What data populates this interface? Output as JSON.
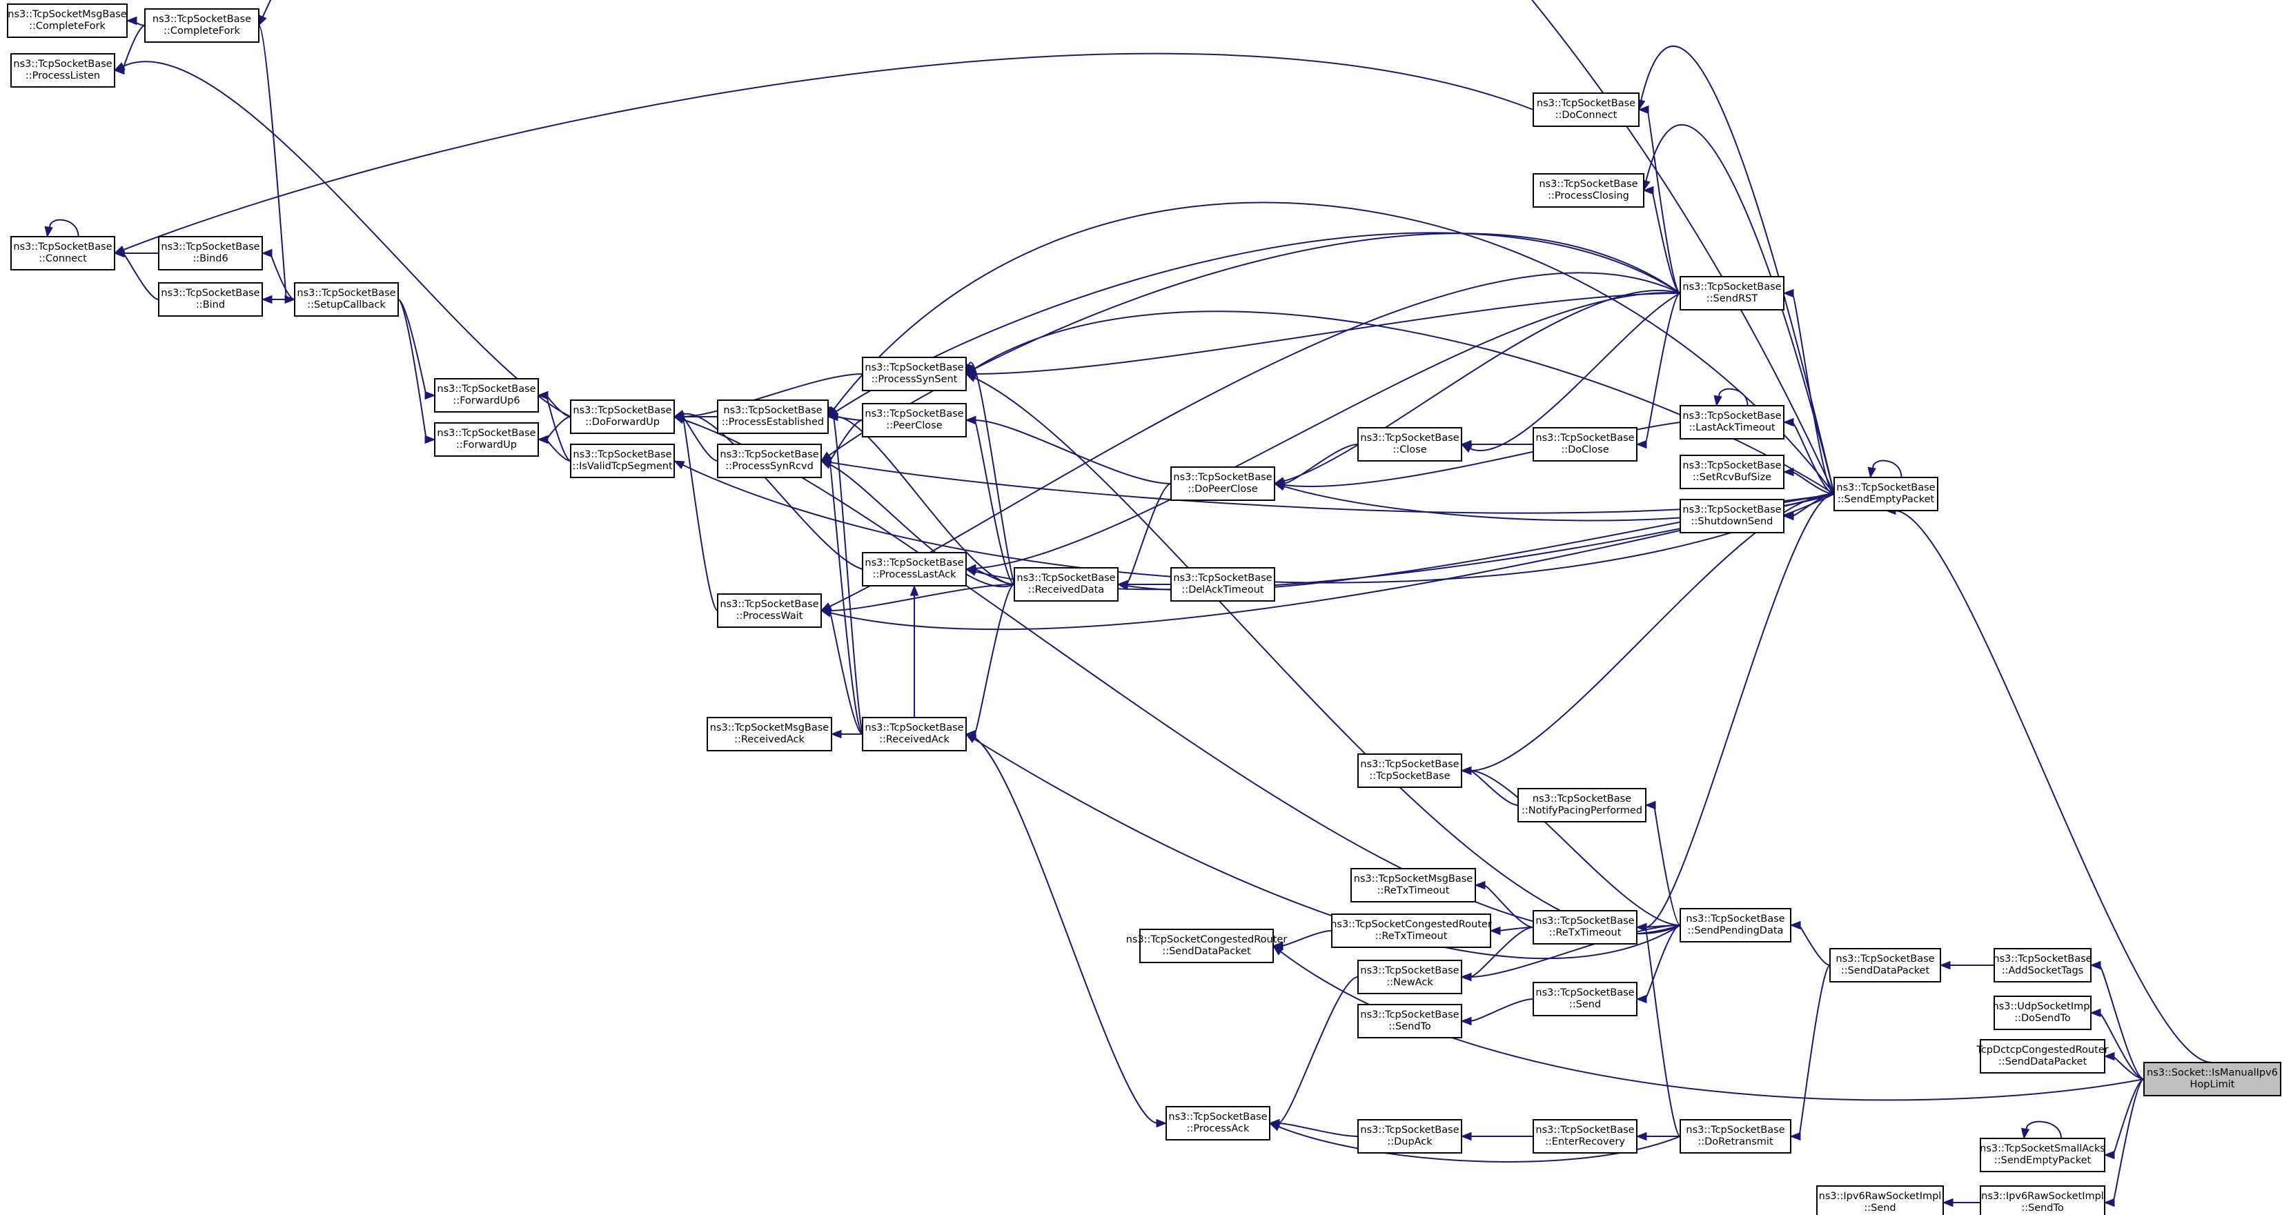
{
  "graph_title": "",
  "colors": {
    "edge": "#191970",
    "node_border": "#000000",
    "root_fill": "#bfbfbf",
    "node_fill": "#ffffff"
  },
  "nodes": [
    {
      "id": "root",
      "lines": [
        "ns3::Socket::IsManualIpv6",
        "HopLimit"
      ]
    },
    {
      "id": "addtags",
      "lines": [
        "ns3::TcpSocketBase",
        "::AddSocketTags"
      ]
    },
    {
      "id": "udpsend",
      "lines": [
        "ns3::UdpSocketImpl",
        "::DoSendTo"
      ]
    },
    {
      "id": "dctcp",
      "lines": [
        "TcpDctcpCongestedRouter",
        "::SendDataPacket"
      ]
    },
    {
      "id": "smallacks",
      "lines": [
        "ns3::TcpSocketSmallAcks",
        "::SendEmptyPacket"
      ]
    },
    {
      "id": "ipv6sendto",
      "lines": [
        "ns3::Ipv6RawSocketImpl",
        "::SendTo"
      ]
    },
    {
      "id": "ipv6send",
      "lines": [
        "ns3::Ipv6RawSocketImpl",
        "::Send"
      ]
    },
    {
      "id": "sendempty",
      "lines": [
        "ns3::TcpSocketBase",
        "::SendEmptyPacket"
      ]
    },
    {
      "id": "senddata",
      "lines": [
        "ns3::TcpSocketBase",
        "::SendDataPacket"
      ]
    },
    {
      "id": "sendpending",
      "lines": [
        "ns3::TcpSocketBase",
        "::SendPendingData"
      ]
    },
    {
      "id": "doretrans",
      "lines": [
        "ns3::TcpSocketBase",
        "::DoRetransmit"
      ]
    },
    {
      "id": "congsend",
      "lines": [
        "ns3::TcpSocketCongestedRouter",
        "::SendDataPacket"
      ]
    },
    {
      "id": "completefork",
      "lines": [
        "ns3::TcpSocketBase",
        "::CompleteFork"
      ]
    },
    {
      "id": "msgcompletefork",
      "lines": [
        "ns3::TcpSocketMsgBase",
        "::CompleteFork"
      ]
    },
    {
      "id": "processlisten",
      "lines": [
        "ns3::TcpSocketBase",
        "::ProcessListen"
      ]
    },
    {
      "id": "doconnect",
      "lines": [
        "ns3::TcpSocketBase",
        "::DoConnect"
      ]
    },
    {
      "id": "connect",
      "lines": [
        "ns3::TcpSocketBase",
        "::Connect"
      ]
    },
    {
      "id": "processclosing",
      "lines": [
        "ns3::TcpSocketBase",
        "::ProcessClosing"
      ]
    },
    {
      "id": "bind6",
      "lines": [
        "ns3::TcpSocketBase",
        "::Bind6"
      ]
    },
    {
      "id": "bind",
      "lines": [
        "ns3::TcpSocketBase",
        "::Bind"
      ]
    },
    {
      "id": "setupcb",
      "lines": [
        "ns3::TcpSocketBase",
        "::SetupCallback"
      ]
    },
    {
      "id": "sendrst",
      "lines": [
        "ns3::TcpSocketBase",
        "::SendRST"
      ]
    },
    {
      "id": "processsynsent",
      "lines": [
        "ns3::TcpSocketBase",
        "::ProcessSynSent"
      ]
    },
    {
      "id": "forwardup6",
      "lines": [
        "ns3::TcpSocketBase",
        "::ForwardUp6"
      ]
    },
    {
      "id": "doforwardup",
      "lines": [
        "ns3::TcpSocketBase",
        "::DoForwardUp"
      ]
    },
    {
      "id": "processestab",
      "lines": [
        "ns3::TcpSocketBase",
        "::ProcessEstablished"
      ]
    },
    {
      "id": "peerclose",
      "lines": [
        "ns3::TcpSocketBase",
        "::PeerClose"
      ]
    },
    {
      "id": "forwardup",
      "lines": [
        "ns3::TcpSocketBase",
        "::ForwardUp"
      ]
    },
    {
      "id": "isvalid",
      "lines": [
        "ns3::TcpSocketBase",
        "::IsValidTcpSegment"
      ]
    },
    {
      "id": "processsynrcvd",
      "lines": [
        "ns3::TcpSocketBase",
        "::ProcessSynRcvd"
      ]
    },
    {
      "id": "close",
      "lines": [
        "ns3::TcpSocketBase",
        "::Close"
      ]
    },
    {
      "id": "doclose",
      "lines": [
        "ns3::TcpSocketBase",
        "::DoClose"
      ]
    },
    {
      "id": "lastacktimeout",
      "lines": [
        "ns3::TcpSocketBase",
        "::LastAckTimeout"
      ]
    },
    {
      "id": "setrcvbuf",
      "lines": [
        "ns3::TcpSocketBase",
        "::SetRcvBufSize"
      ]
    },
    {
      "id": "doppeerclose",
      "lines": [
        "ns3::TcpSocketBase",
        "::DoPeerClose"
      ]
    },
    {
      "id": "shutdownsend",
      "lines": [
        "ns3::TcpSocketBase",
        "::ShutdownSend"
      ]
    },
    {
      "id": "processlastack",
      "lines": [
        "ns3::TcpSocketBase",
        "::ProcessLastAck"
      ]
    },
    {
      "id": "receiveddata",
      "lines": [
        "ns3::TcpSocketBase",
        "::ReceivedData"
      ]
    },
    {
      "id": "delacktimeout",
      "lines": [
        "ns3::TcpSocketBase",
        "::DelAckTimeout"
      ]
    },
    {
      "id": "processwait",
      "lines": [
        "ns3::TcpSocketBase",
        "::ProcessWait"
      ]
    },
    {
      "id": "msgrecvack",
      "lines": [
        "ns3::TcpSocketMsgBase",
        "::ReceivedAck"
      ]
    },
    {
      "id": "receivedack",
      "lines": [
        "ns3::TcpSocketBase",
        "::ReceivedAck"
      ]
    },
    {
      "id": "tcpsocketbase",
      "lines": [
        "ns3::TcpSocketBase",
        "::TcpSocketBase"
      ]
    },
    {
      "id": "notifypacing",
      "lines": [
        "ns3::TcpSocketBase",
        "::NotifyPacingPerformed"
      ]
    },
    {
      "id": "msgretx",
      "lines": [
        "ns3::TcpSocketMsgBase",
        "::ReTxTimeout"
      ]
    },
    {
      "id": "congretx",
      "lines": [
        "ns3::TcpSocketCongestedRouter",
        "::ReTxTimeout"
      ]
    },
    {
      "id": "retx",
      "lines": [
        "ns3::TcpSocketBase",
        "::ReTxTimeout"
      ]
    },
    {
      "id": "newack",
      "lines": [
        "ns3::TcpSocketBase",
        "::NewAck"
      ]
    },
    {
      "id": "send",
      "lines": [
        "ns3::TcpSocketBase",
        "::Send"
      ]
    },
    {
      "id": "sendto",
      "lines": [
        "ns3::TcpSocketBase",
        "::SendTo"
      ]
    },
    {
      "id": "processack",
      "lines": [
        "ns3::TcpSocketBase",
        "::ProcessAck"
      ]
    },
    {
      "id": "dupack",
      "lines": [
        "ns3::TcpSocketBase",
        "::DupAck"
      ]
    },
    {
      "id": "enterrecovery",
      "lines": [
        "ns3::TcpSocketBase",
        "::EnterRecovery"
      ]
    }
  ]
}
